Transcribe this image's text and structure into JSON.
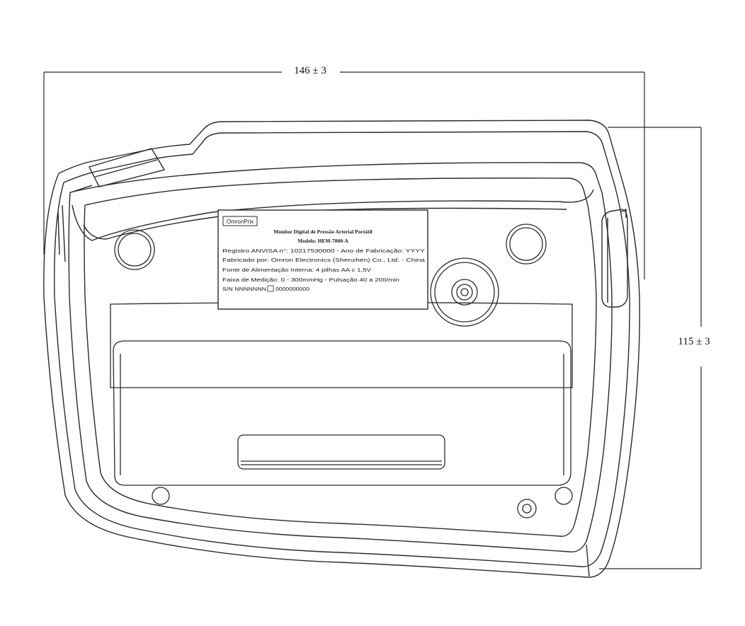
{
  "dimensions": {
    "width_label": "146 ± 3",
    "height_label": "115 ± 3"
  },
  "label_plate": {
    "brand": "OmronPrix",
    "line1": "Monitor Digital de Pressão Arterial Portátil",
    "line2": "Modelo: HEM-7000-A",
    "line3": "Registro ANVISA n°: 10217530000 - Ano de Fabricação: YYYY",
    "line4": "Fabricado por: Omron Electronics (Shenzhen) Co., Ltd. - China",
    "line5": "Fonte de Alimentação Interna: 4 pilhas AA c 1,5V",
    "line6": "Faixa de Medição: 0 - 300mmHg - Pulsação 40 a 200/min",
    "line7_left": "S/N NNNNNNN",
    "line7_right": "0000000000"
  },
  "colors": {
    "line": "#2a2a2a",
    "background": "#ffffff"
  }
}
